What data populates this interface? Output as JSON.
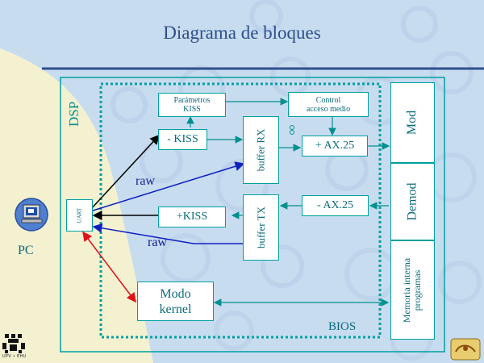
{
  "slide": {
    "title": "Diagrama de bloques",
    "dsp_label": "DSP",
    "pc_label": "PC",
    "bios_label": "BIOS",
    "raw_top": "raw",
    "raw_bottom": "raw",
    "logo_text": "UPV • EHU"
  },
  "blocks": {
    "parametros_line1": "Parámetros",
    "parametros_line2": "KISS",
    "control_line1": "Control",
    "control_line2": "acceso medio",
    "minus_kiss": "- KISS",
    "plus_kiss": "+KISS",
    "buffer_rx": "buffer RX",
    "buffer_tx": "buffer TX",
    "plus_ax25": "+ AX.25",
    "minus_ax25": "- AX.25",
    "uart": "UART",
    "modo_line1": "Modo",
    "modo_line2": "kernel",
    "mod": "Mod",
    "demod": "Demod",
    "memoria_line1": "Memoria interna",
    "memoria_line2": "programas"
  },
  "colors": {
    "teal": "#00a0a0",
    "title": "#2d4f8c",
    "arrow_blue": "#1020c0",
    "arrow_red": "#e0101a",
    "arrow_black": "#000000"
  }
}
